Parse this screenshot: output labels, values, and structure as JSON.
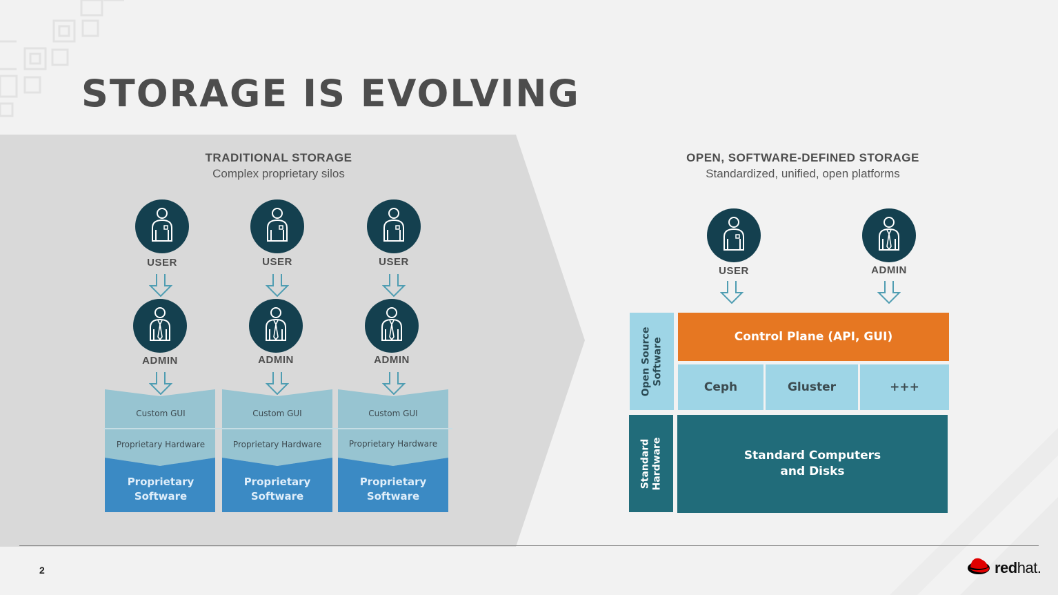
{
  "title": "STORAGE IS EVOLVING",
  "traditional": {
    "heading": "TRADITIONAL STORAGE",
    "subheading": "Complex proprietary silos",
    "user_label": "USER",
    "admin_label": "ADMIN",
    "silo": {
      "gui": "Custom GUI",
      "hardware": "Proprietary  Hardware",
      "software_line1": "Proprietary",
      "software_line2": "Software"
    }
  },
  "open": {
    "heading": "OPEN, SOFTWARE-DEFINED STORAGE",
    "subheading": "Standardized, unified, open platforms",
    "user_label": "USER",
    "admin_label": "ADMIN",
    "open_source_line1": "Open Source",
    "open_source_line2": "Software",
    "standard_hw_line1": "Standard",
    "standard_hw_line2": "Hardware",
    "control_plane": "Control Plane (API, GUI)",
    "ceph": "Ceph",
    "gluster": "Gluster",
    "more": "+++",
    "computers_line1": "Standard Computers",
    "computers_line2": "and Disks"
  },
  "footer": {
    "page_number": "2",
    "logo_red": "red",
    "logo_hat": "hat."
  },
  "colors": {
    "navy": "#14404f",
    "silo_light": "#97c4d1",
    "silo_blue": "#3b8ac4",
    "orange": "#e67722",
    "light_blue": "#9ed5e6",
    "teal": "#216c7a",
    "chevron_gray": "#d9d9d9",
    "logo_red": "#e00000"
  },
  "icons": {
    "user": "user-icon",
    "admin": "admin-icon",
    "arrow": "arrow-down-icon",
    "logo": "redhat-logo-icon"
  }
}
